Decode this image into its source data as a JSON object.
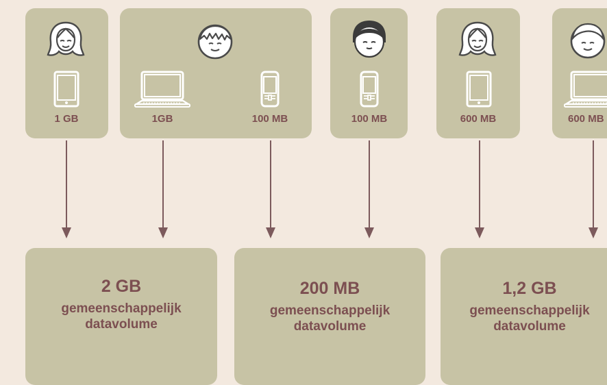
{
  "colors": {
    "background": "#f3e9df",
    "card": "#c7c3a5",
    "text_accent": "#7c4f51",
    "arrow": "#7c5a5c"
  },
  "devices": [
    {
      "id": "d1",
      "icon": "tablet-icon",
      "label": "1 GB"
    },
    {
      "id": "d2",
      "icon": "laptop-icon",
      "label": "1GB"
    },
    {
      "id": "d3",
      "icon": "phone-icon",
      "label": "100 MB"
    },
    {
      "id": "d4",
      "icon": "phone-icon",
      "label": "100 MB"
    },
    {
      "id": "d5",
      "icon": "tablet-icon",
      "label": "600 MB"
    },
    {
      "id": "d6",
      "icon": "laptop-icon",
      "label": "600 MB"
    }
  ],
  "users": [
    {
      "icon": "woman-avatar-icon"
    },
    {
      "icon": "man-avatar-icon"
    },
    {
      "icon": "man-avatar-icon"
    },
    {
      "icon": "woman-avatar-icon"
    },
    {
      "icon": "man-avatar-icon"
    }
  ],
  "totals": [
    {
      "amount": "2 GB",
      "desc_line1": "gemeenschappelijk",
      "desc_line2": "datavolume"
    },
    {
      "amount": "200 MB",
      "desc_line1": "gemeenschappelijk",
      "desc_line2": "datavolume"
    },
    {
      "amount": "1,2 GB",
      "desc_line1": "gemeenschappelijk",
      "desc_line2": "datavolume"
    }
  ]
}
